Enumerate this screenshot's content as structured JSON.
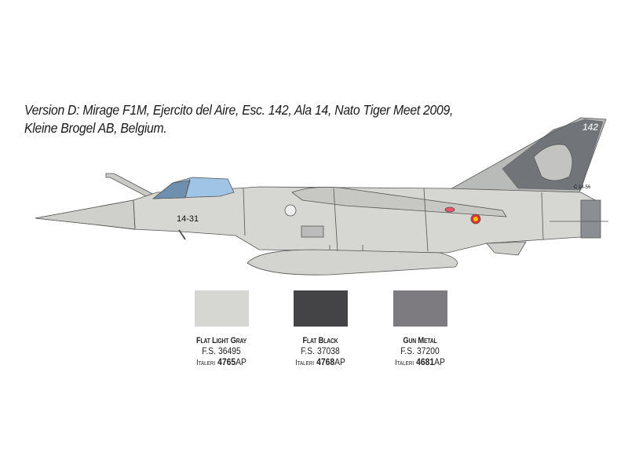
{
  "caption": {
    "line1": "Version D: Mirage F1M, Ejercito del Aire, Esc. 142, Ala 14, Nato Tiger Meet 2009,",
    "line2": "Kleine Brogel AB, Belgium."
  },
  "aircraft": {
    "serial": "14-31",
    "tail_code": "C.14-56",
    "tail_number": "142"
  },
  "paints": [
    {
      "name": "Flat Light Gray",
      "fs": "F.S. 36495",
      "brand": "Italeri",
      "code_num": "4765",
      "code_suffix": "AP",
      "color": "#d6d7d2"
    },
    {
      "name": "Flat Black",
      "fs": "F.S. 37038",
      "brand": "Italeri",
      "code_num": "4768",
      "code_suffix": "AP",
      "color": "#444446"
    },
    {
      "name": "Gun Metal",
      "fs": "F.S. 37200",
      "brand": "Italeri",
      "code_num": "4681",
      "code_suffix": "AP",
      "color": "#7e7b80"
    }
  ]
}
